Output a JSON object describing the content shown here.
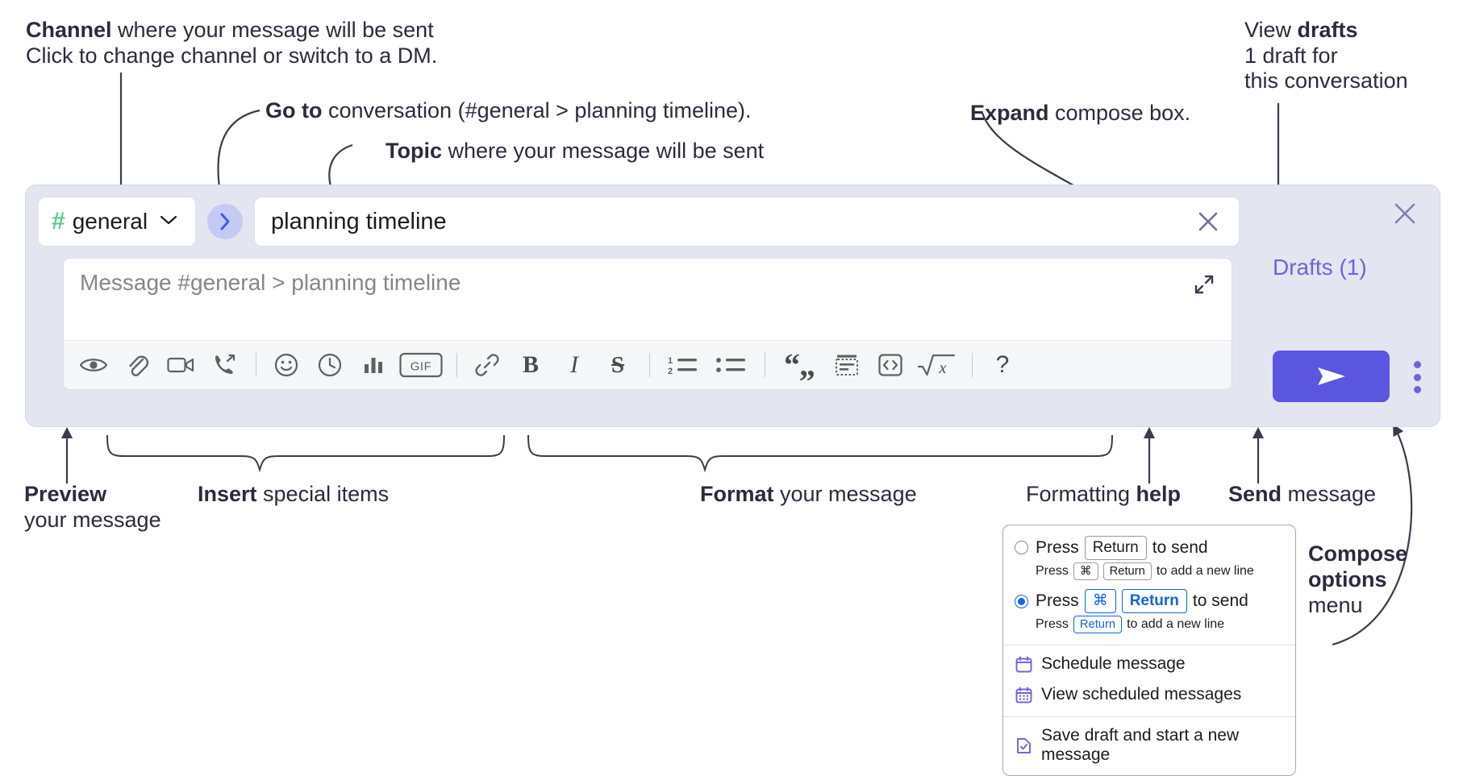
{
  "annotations": {
    "channel": {
      "bold": "Channel",
      "rest": " where your message will be sent",
      "sub": "Click to change channel or switch to a DM."
    },
    "goto": {
      "bold": "Go to",
      "rest": " conversation (#general > planning timeline)."
    },
    "topic": {
      "bold": "Topic",
      "rest": " where your message will be sent"
    },
    "expand": {
      "bold": "Expand",
      "rest": " compose box."
    },
    "drafts": {
      "lead": "View ",
      "bold": "drafts",
      "sub1": "1 draft for",
      "sub2": "this conversation"
    },
    "preview": {
      "bold": "Preview",
      "line2": "your message"
    },
    "insert": {
      "bold": "Insert",
      "rest": " special items"
    },
    "format": {
      "bold": "Format",
      "rest": " your message"
    },
    "help": {
      "lead": "Formatting ",
      "bold": "help"
    },
    "send": {
      "bold": "Send",
      "rest": " message"
    },
    "compose_options": {
      "bold1": "Compose",
      "bold2": "options",
      "rest": "menu"
    }
  },
  "compose": {
    "channel": {
      "name": "general",
      "hash": "#",
      "icon": "hash-icon",
      "chevron": "chevron-down-icon"
    },
    "goto_label": "go-to-conversation",
    "topic": {
      "value": "planning timeline",
      "clear": "close-icon"
    },
    "editor": {
      "placeholder": "Message #general > planning timeline",
      "expand": "expand-icon"
    },
    "toolbar": [
      {
        "name": "preview-icon",
        "title": "Preview"
      },
      {
        "name": "attachment-icon",
        "title": "Attach file"
      },
      {
        "name": "video-icon",
        "title": "Video"
      },
      {
        "name": "call-icon",
        "title": "Call"
      },
      {
        "name": "separator"
      },
      {
        "name": "emoji-icon",
        "title": "Emoji"
      },
      {
        "name": "clock-icon",
        "title": "Reminder"
      },
      {
        "name": "poll-icon",
        "title": "Poll"
      },
      {
        "name": "gif-icon",
        "title": "GIF",
        "label": "GIF"
      },
      {
        "name": "separator"
      },
      {
        "name": "link-icon",
        "title": "Link"
      },
      {
        "name": "bold-icon",
        "title": "Bold",
        "label": "B"
      },
      {
        "name": "italic-icon",
        "title": "Italic",
        "label": "I"
      },
      {
        "name": "strikethrough-icon",
        "title": "Strikethrough",
        "label": "S"
      },
      {
        "name": "separator"
      },
      {
        "name": "ordered-list-icon",
        "title": "Numbered list"
      },
      {
        "name": "bulleted-list-icon",
        "title": "Bulleted list"
      },
      {
        "name": "separator"
      },
      {
        "name": "quote-icon",
        "title": "Blockquote"
      },
      {
        "name": "spoiler-icon",
        "title": "Spoiler"
      },
      {
        "name": "code-icon",
        "title": "Code"
      },
      {
        "name": "math-icon",
        "title": "Math"
      },
      {
        "name": "separator"
      },
      {
        "name": "help-icon",
        "title": "Formatting help",
        "label": "?"
      }
    ],
    "rail": {
      "close": "close-icon",
      "drafts_label": "Drafts (1)",
      "send_label": "send-icon",
      "kebab_label": "compose-options"
    }
  },
  "popup": {
    "options": [
      {
        "selected": false,
        "main": [
          {
            "t": "Press",
            "k": false
          },
          {
            "t": "Return",
            "k": true
          },
          {
            "t": "to send",
            "k": false
          }
        ],
        "sub": [
          {
            "t": "Press",
            "k": false
          },
          {
            "t": "⌘",
            "k": true
          },
          {
            "t": "Return",
            "k": true
          },
          {
            "t": "to add a new line",
            "k": false
          }
        ]
      },
      {
        "selected": true,
        "main": [
          {
            "t": "Press",
            "k": false
          },
          {
            "t": "⌘",
            "k": true
          },
          {
            "t": "Return",
            "k": true
          },
          {
            "t": "to send",
            "k": false
          }
        ],
        "sub": [
          {
            "t": "Press",
            "k": false
          },
          {
            "t": "Return",
            "k": true
          },
          {
            "t": "to add a new line",
            "k": false
          }
        ]
      }
    ],
    "menu": [
      {
        "icon": "calendar-icon",
        "label": "Schedule message",
        "divider_before": true
      },
      {
        "icon": "calendar-grid-icon",
        "label": "View scheduled messages",
        "divider_before": false
      },
      {
        "icon": "save-draft-icon",
        "label": "Save draft and start a new message",
        "divider_before": true
      }
    ]
  },
  "colors": {
    "compose_bg": "#e3e5f1",
    "accent": "#5b56e0",
    "drafts_text": "#6f64d6",
    "hash_green": "#5ccb8c",
    "goto_bg": "#c5caf5",
    "radio_blue": "#1264e0"
  }
}
